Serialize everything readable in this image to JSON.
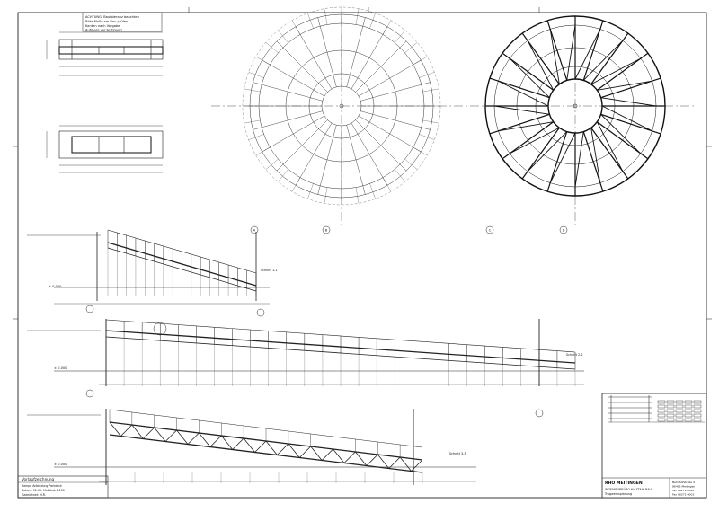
{
  "sheet": {
    "note_header": "ACHTUNG: Bautoleranz beachten",
    "note_lines": [
      "Bitte Maße am Bau prüfen",
      "Kanten nach Vorgabe",
      "Aufmass vor Fertigung"
    ],
    "elev_ref": "± 0.000"
  },
  "axis_markers": [
    "A",
    "B",
    "C",
    "D"
  ],
  "section_labels": [
    "Schnitt 1-1",
    "Schnitt 2-2",
    "Schnitt 3-3"
  ],
  "left_title_block": {
    "title": "Vorlaufzeichnung",
    "lines": [
      "Rampe Anbindung Parkdeck",
      "Datum: 12.05.  Maßstab 1:100",
      "Gezeichnet: M.R."
    ]
  },
  "title_block": {
    "company": "RHO  MEITINGEN",
    "project": "INGENIEURBÜRO für STAHLBAU",
    "subtitle": "Tragwerksplanung",
    "address_lines": [
      "Bahnhofstraße 4",
      "86405 Meitingen",
      "Tel. 08271-0000",
      "Fax 08271-0001"
    ]
  }
}
